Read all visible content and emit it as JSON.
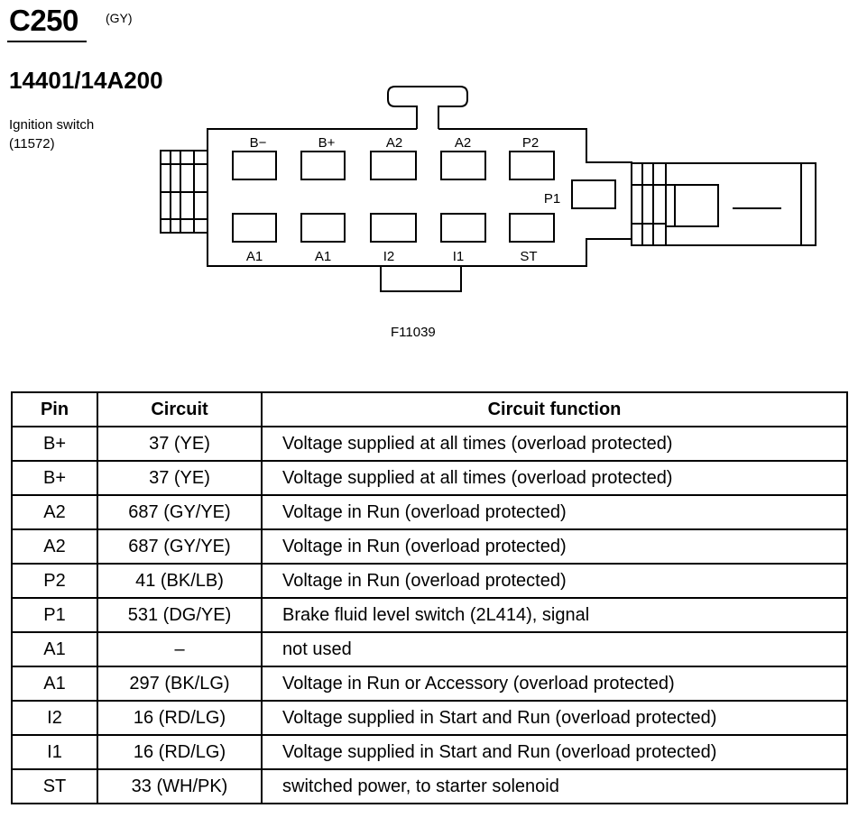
{
  "header": {
    "connector_id": "C250",
    "connector_color": "(GY)",
    "part_number": "14401/14A200",
    "component_name": "Ignition switch",
    "component_ref": "(11572)"
  },
  "diagram": {
    "figure_id": "F11039",
    "pin_labels": {
      "top_row": [
        "B−",
        "B+",
        "A2",
        "A2",
        "P2"
      ],
      "bottom_row": [
        "A1",
        "A1",
        "I2",
        "I1",
        "ST"
      ],
      "side": "P1"
    }
  },
  "table": {
    "headers": [
      "Pin",
      "Circuit",
      "Circuit function"
    ],
    "rows": [
      {
        "pin": "B+",
        "circuit": "37 (YE)",
        "function": "Voltage supplied at all times (overload protected)"
      },
      {
        "pin": "B+",
        "circuit": "37 (YE)",
        "function": "Voltage supplied at all times (overload protected)"
      },
      {
        "pin": "A2",
        "circuit": "687 (GY/YE)",
        "function": "Voltage in Run (overload protected)"
      },
      {
        "pin": "A2",
        "circuit": "687 (GY/YE)",
        "function": "Voltage in Run (overload protected)"
      },
      {
        "pin": "P2",
        "circuit": "41 (BK/LB)",
        "function": "Voltage in Run (overload protected)"
      },
      {
        "pin": "P1",
        "circuit": "531 (DG/YE)",
        "function": "Brake fluid level switch (2L414), signal"
      },
      {
        "pin": "A1",
        "circuit": "–",
        "function": "not used"
      },
      {
        "pin": "A1",
        "circuit": "297 (BK/LG)",
        "function": "Voltage in Run or Accessory (overload protected)"
      },
      {
        "pin": "I2",
        "circuit": "16 (RD/LG)",
        "function": "Voltage supplied in Start and Run (overload protected)"
      },
      {
        "pin": "I1",
        "circuit": "16 (RD/LG)",
        "function": "Voltage supplied in Start and Run (overload protected)"
      },
      {
        "pin": "ST",
        "circuit": "33 (WH/PK)",
        "function": "switched power, to starter solenoid"
      }
    ]
  }
}
